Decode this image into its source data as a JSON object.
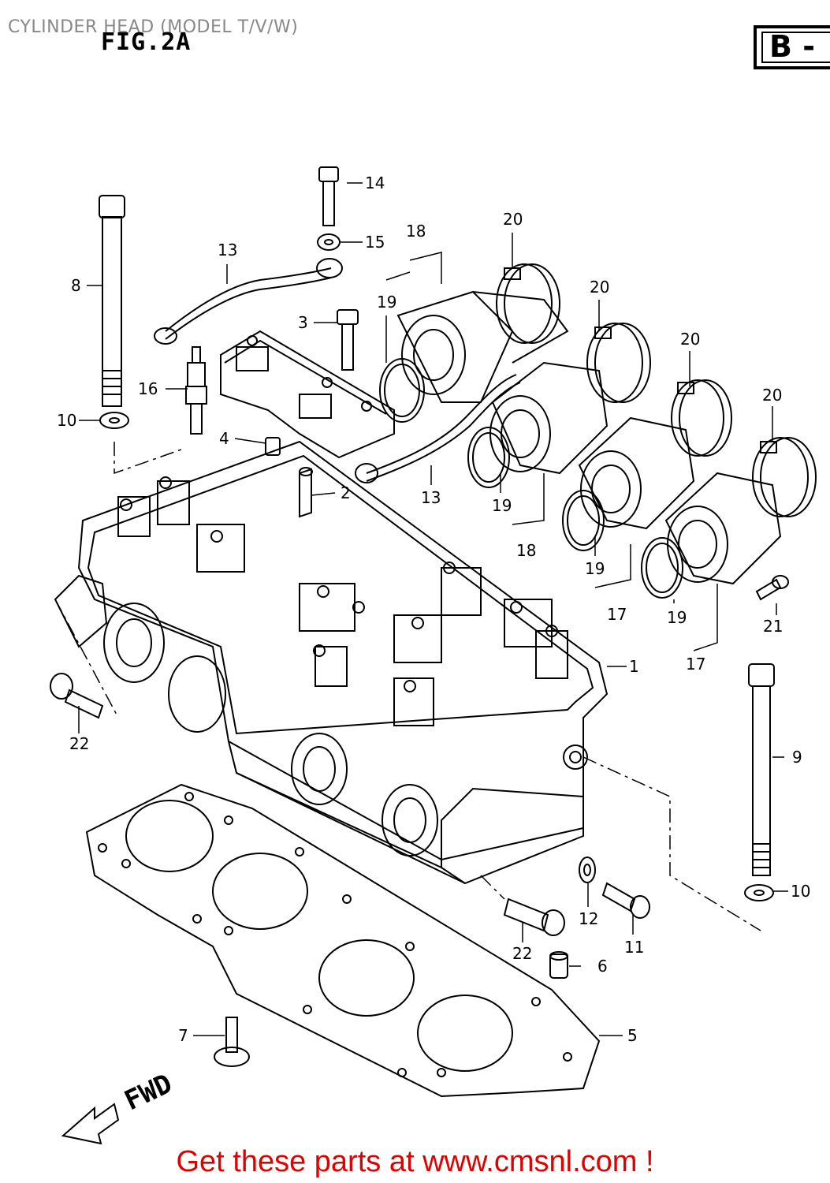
{
  "header": {
    "title": "CYLINDER HEAD (MODEL T/V/W)",
    "fig": "FIG.2A",
    "section": "B -"
  },
  "diagram": {
    "direction_label": "FWD",
    "callouts": [
      {
        "id": "c1",
        "label": "1"
      },
      {
        "id": "c2",
        "label": "2"
      },
      {
        "id": "c3",
        "label": "3"
      },
      {
        "id": "c4",
        "label": "4"
      },
      {
        "id": "c5",
        "label": "5"
      },
      {
        "id": "c6",
        "label": "6"
      },
      {
        "id": "c7",
        "label": "7"
      },
      {
        "id": "c8",
        "label": "8"
      },
      {
        "id": "c9",
        "label": "9"
      },
      {
        "id": "c10a",
        "label": "10"
      },
      {
        "id": "c10b",
        "label": "10"
      },
      {
        "id": "c11",
        "label": "11"
      },
      {
        "id": "c12",
        "label": "12"
      },
      {
        "id": "c13a",
        "label": "13"
      },
      {
        "id": "c13b",
        "label": "13"
      },
      {
        "id": "c14",
        "label": "14"
      },
      {
        "id": "c15",
        "label": "15"
      },
      {
        "id": "c16",
        "label": "16"
      },
      {
        "id": "c17a",
        "label": "17"
      },
      {
        "id": "c17b",
        "label": "17"
      },
      {
        "id": "c18a",
        "label": "18"
      },
      {
        "id": "c18b",
        "label": "18"
      },
      {
        "id": "c19a",
        "label": "19"
      },
      {
        "id": "c19b",
        "label": "19"
      },
      {
        "id": "c19c",
        "label": "19"
      },
      {
        "id": "c19d",
        "label": "19"
      },
      {
        "id": "c20a",
        "label": "20"
      },
      {
        "id": "c20b",
        "label": "20"
      },
      {
        "id": "c20c",
        "label": "20"
      },
      {
        "id": "c20d",
        "label": "20"
      },
      {
        "id": "c21",
        "label": "21"
      },
      {
        "id": "c22a",
        "label": "22"
      },
      {
        "id": "c22b",
        "label": "22"
      }
    ]
  },
  "footer": {
    "cta": "Get these parts at www.cmsnl.com !"
  }
}
